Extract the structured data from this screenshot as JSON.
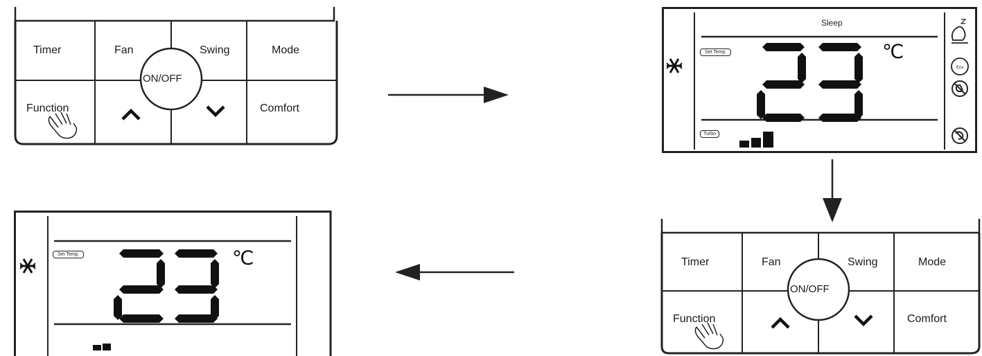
{
  "keypad": {
    "timer": "Timer",
    "fan": "Fan",
    "swing": "Swing",
    "mode": "Mode",
    "function": "Function",
    "comfort": "Comfort",
    "onoff": "ON/OFF",
    "up_icon": "chevron-up-icon",
    "down_icon": "chevron-down-icon",
    "hand_icon": "pointing-hand-icon"
  },
  "display_sleep": {
    "status": "Sleep",
    "tag": "Set Temp.",
    "temperature": "23",
    "unit": "℃",
    "fan_tag": "Turbo",
    "mode_icon": "snowflake-icon",
    "side_icons": [
      "sleep-icon",
      "eco-icon",
      "no-fan-icon",
      "no-swing-icon"
    ]
  },
  "display_plain": {
    "tag": "Set Temp.",
    "temperature": "23",
    "unit": "℃",
    "mode_icon": "snowflake-icon"
  },
  "arrows": [
    "arrow-right-icon",
    "arrow-down-icon",
    "arrow-left-icon"
  ]
}
